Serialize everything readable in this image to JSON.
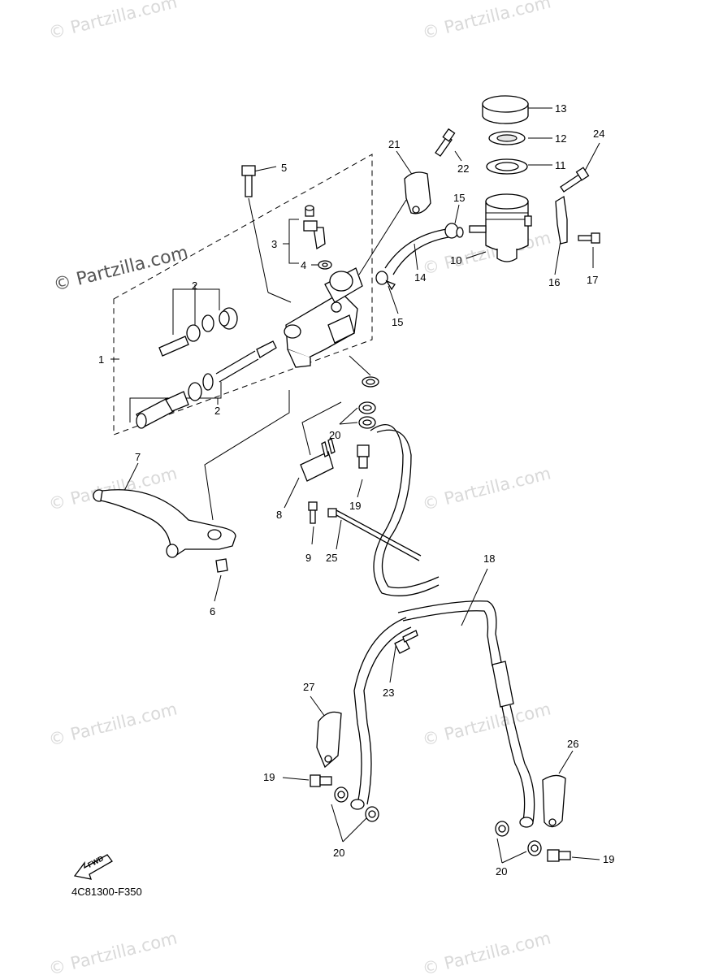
{
  "watermarks": [
    "© Partzilla.com",
    "© Partzilla.com",
    "© Partzilla.com",
    "© Partzilla.com",
    "© Partzilla.com",
    "© Partzilla.com",
    "© Partzilla.com",
    "© Partzilla.com",
    "© Partzilla.com",
    "© Partzilla.com"
  ],
  "callouts": {
    "c1": "1",
    "c2a": "2",
    "c2b": "2",
    "c3": "3",
    "c4": "4",
    "c5": "5",
    "c6": "6",
    "c7": "7",
    "c8": "8",
    "c9": "9",
    "c10": "10",
    "c11": "11",
    "c12": "12",
    "c13": "13",
    "c14": "14",
    "c15a": "15",
    "c15b": "15",
    "c16": "16",
    "c17": "17",
    "c18": "18",
    "c19a": "19",
    "c19b": "19",
    "c19c": "19",
    "c20a": "20",
    "c20b": "20",
    "c20c": "20",
    "c21": "21",
    "c22": "22",
    "c23": "23",
    "c24": "24",
    "c25": "25",
    "c26": "26",
    "c27": "27"
  },
  "fwd_label": "FWD",
  "diagram_code": "4C81300-F350"
}
